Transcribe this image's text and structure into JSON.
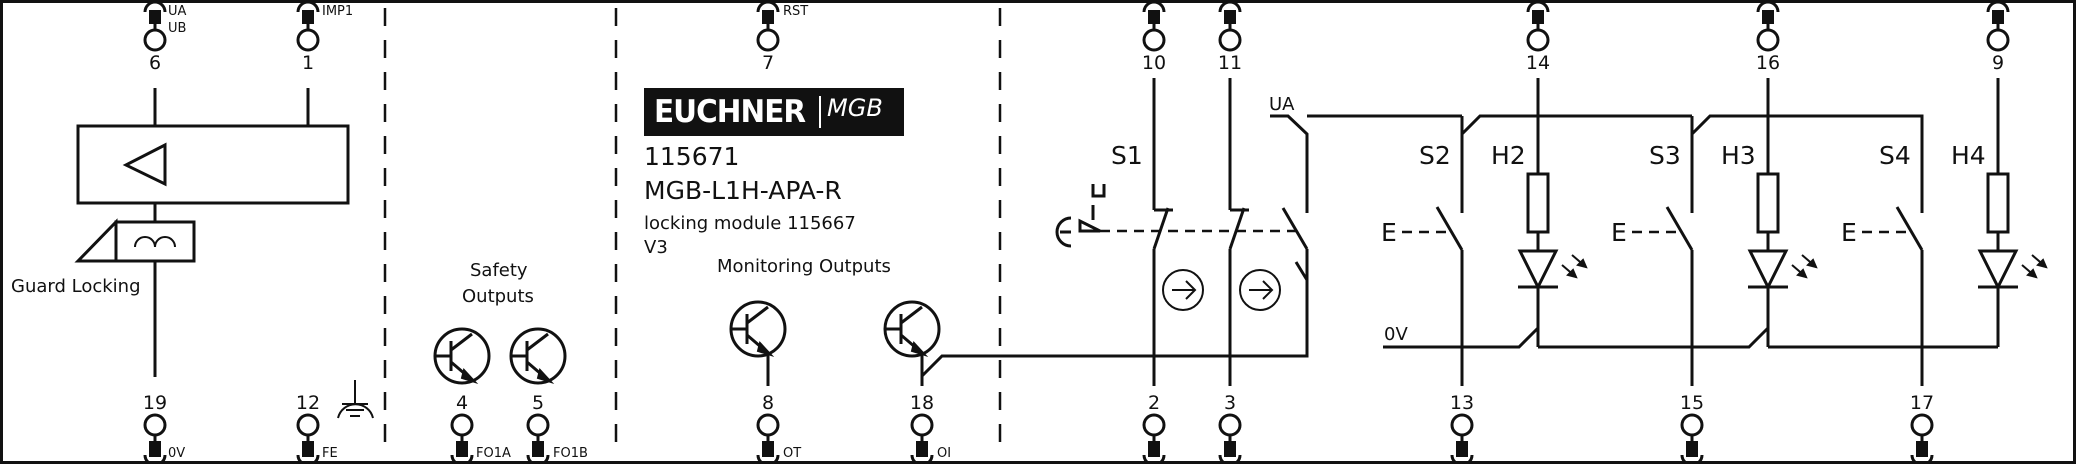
{
  "logo": {
    "brand": "EUCHNER",
    "product": "MGB"
  },
  "device": {
    "order_number": "115671",
    "model": "MGB-L1H-APA-R",
    "locking_module": "locking module 115667",
    "version": "V3"
  },
  "sections": {
    "guard_locking": "Guard Locking",
    "safety_outputs_line1": "Safety",
    "safety_outputs_line2": "Outputs",
    "monitoring_outputs": "Monitoring Outputs"
  },
  "terminals_top": [
    {
      "number": "6",
      "signal_1": "UA",
      "signal_2": "UB"
    },
    {
      "number": "1",
      "signal_1": "IMP1"
    },
    {
      "number": "7",
      "signal_1": "RST"
    },
    {
      "number": "10"
    },
    {
      "number": "11"
    },
    {
      "number": "14"
    },
    {
      "number": "16"
    },
    {
      "number": "9"
    }
  ],
  "terminals_bottom": [
    {
      "number": "19",
      "signal": "0V"
    },
    {
      "number": "12",
      "signal": "FE"
    },
    {
      "number": "4",
      "signal": "FO1A"
    },
    {
      "number": "5",
      "signal": "FO1B"
    },
    {
      "number": "8",
      "signal": "OT"
    },
    {
      "number": "18",
      "signal": "OI"
    },
    {
      "number": "2"
    },
    {
      "number": "3"
    },
    {
      "number": "13"
    },
    {
      "number": "15"
    },
    {
      "number": "17"
    }
  ],
  "components": {
    "s1": "S1",
    "s2": "S2",
    "s3": "S3",
    "s4": "S4",
    "h2": "H2",
    "h3": "H3",
    "h4": "H4",
    "e_label": "E",
    "ua_rail": "UA",
    "ov_rail": "0V"
  },
  "colors": {
    "line": "#111111",
    "background": "#ffffff",
    "logo_bg": "#111111",
    "logo_text": "#ffffff"
  }
}
